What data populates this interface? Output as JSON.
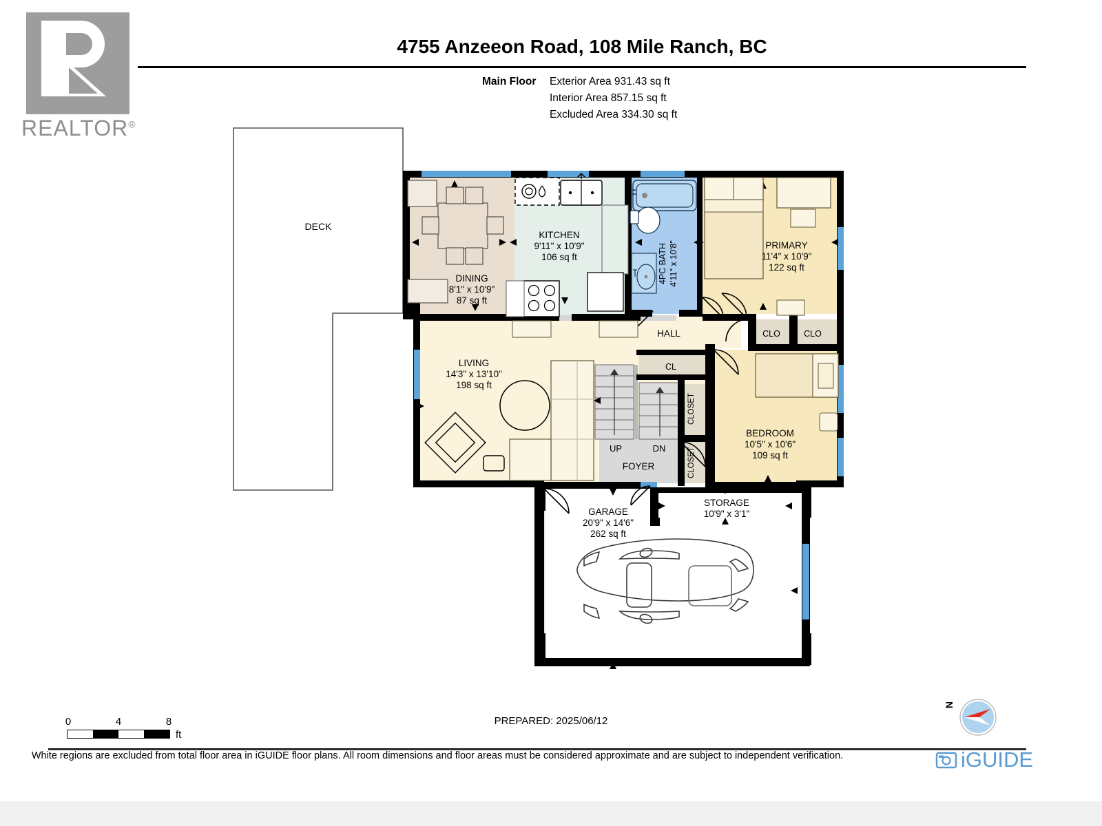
{
  "brand": {
    "realtor_word": "REALTOR",
    "realtor_reg": "®",
    "iguide_word": "iGUIDE"
  },
  "header": {
    "title": "4755 Anzeeon Road, 108 Mile Ranch, BC",
    "floor_label": "Main Floor",
    "areas": [
      "Exterior Area 931.43 sq ft",
      "Interior Area 857.15 sq ft",
      "Excluded Area 334.30 sq ft"
    ]
  },
  "footer": {
    "scale_ticks": [
      "0",
      "4",
      "8"
    ],
    "scale_unit": "ft",
    "prepared": "PREPARED: 2025/06/12",
    "compass_label": "N",
    "disclaimer": "White regions are excluded from total floor area in iGUIDE floor plans. All room dimensions and floor areas must be considered approximate and are subject to independent verification."
  },
  "plan": {
    "rooms": [
      {
        "key": "deck",
        "name": "DECK",
        "dims": "",
        "area": ""
      },
      {
        "key": "dining",
        "name": "DINING",
        "dims": "8'1\" x 10'9\"",
        "area": "87 sq ft"
      },
      {
        "key": "kitchen",
        "name": "KITCHEN",
        "dims": "9'11\" x 10'9\"",
        "area": "106 sq ft"
      },
      {
        "key": "bath",
        "name": "4PC BATH",
        "dims": "4'11\" x 10'8\"",
        "area": ""
      },
      {
        "key": "primary",
        "name": "PRIMARY",
        "dims": "11'4\" x 10'9\"",
        "area": "122 sq ft"
      },
      {
        "key": "living",
        "name": "LIVING",
        "dims": "14'3\" x 13'10\"",
        "area": "198 sq ft"
      },
      {
        "key": "bedroom",
        "name": "BEDROOM",
        "dims": "10'5\" x 10'6\"",
        "area": "109 sq ft"
      },
      {
        "key": "garage",
        "name": "GARAGE",
        "dims": "20'9\" x 14'6\"",
        "area": "262 sq ft"
      },
      {
        "key": "storage",
        "name": "STORAGE",
        "dims": "10'9\" x 3'1\"",
        "area": ""
      },
      {
        "key": "hall",
        "name": "HALL",
        "dims": "",
        "area": ""
      },
      {
        "key": "foyer",
        "name": "FOYER",
        "dims": "",
        "area": ""
      }
    ],
    "closets": [
      {
        "key": "cl",
        "name": "CL"
      },
      {
        "key": "clo_left",
        "name": "CLO"
      },
      {
        "key": "clo_right",
        "name": "CLO"
      },
      {
        "key": "closet_upper",
        "name": "CLOSET"
      },
      {
        "key": "closet_lower",
        "name": "CLOSET"
      }
    ],
    "stairs": {
      "up": "UP",
      "down": "DN"
    },
    "colors": {
      "wall": "#000000",
      "living_fill": "#fbf3dc",
      "kitchen_fill": "#e4efea",
      "dining_fill": "#e9ded0",
      "bath_fill": "#aacdef",
      "bedroom_fill": "#f7e9bd",
      "closet_fill": "#e2dccd",
      "stair_fill": "#dcdcdc",
      "foyer_fill": "#d9d9d9",
      "window": "#5ba3d9",
      "excluded": "#ffffff"
    }
  }
}
